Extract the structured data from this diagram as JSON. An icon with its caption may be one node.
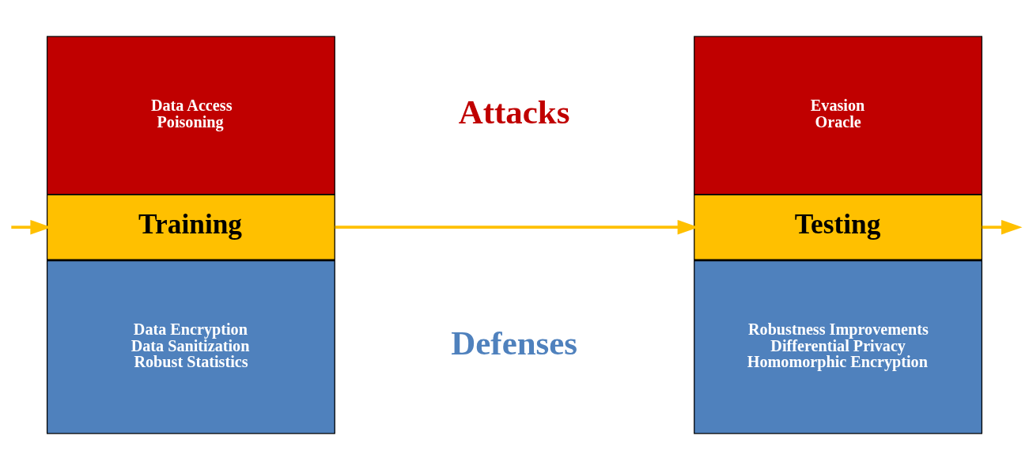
{
  "diagram": {
    "nodes": [
      {
        "text": [
          "Data Access",
          "Poisoning"
        ]
      },
      {
        "text": [
          "Training"
        ]
      },
      {
        "text": [
          "Data Encryption",
          "Data Sanitization",
          "Robust Statistics"
        ]
      },
      {
        "text": [
          "Evasion",
          "Oracle"
        ]
      },
      {
        "text": [
          "Testing"
        ]
      },
      {
        "text": [
          "Robustness Improvements",
          "Differential Privacy",
          "Homomorphic Encryption"
        ]
      }
    ],
    "edges": [
      {
        "from": null,
        "to": 1,
        "arrow": "to"
      },
      {
        "from": 1,
        "to": 4,
        "arrow": "to"
      },
      {
        "from": 4,
        "to": null,
        "arrow": "to"
      }
    ],
    "labels": [
      "Attacks",
      "Defenses"
    ]
  }
}
